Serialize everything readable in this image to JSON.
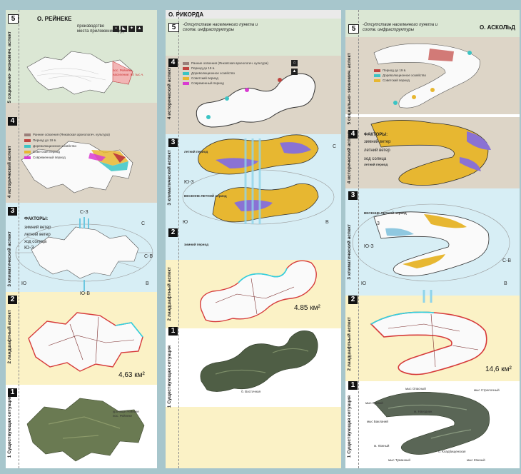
{
  "panels": {
    "reineke": {
      "title": "О. РЕЙНЕКЕ",
      "s5_num": "5",
      "s5_caption": "производство\nместа приложения труда",
      "s5_vlabel": "5 социально- экономич. аспект",
      "s5_map_note": "пос. Рейнеке\nнаселение: 80 тыс.ч.",
      "s4_num": "4",
      "s4_vlabel": "4 исторический аспект",
      "s4_legend": [
        "Ранние освоения (Янковская археологич. культура)",
        "Период до 19 в.",
        "Дореволюционное хозяйство",
        "Советский период",
        "Современный период"
      ],
      "s3_num": "3",
      "s3_vlabel": "3 климатический аспект",
      "s3_factors": [
        "ФАКТОРЫ:",
        "зимний ветер",
        "летний ветер",
        "ход солнца"
      ],
      "s3_compass": {
        "n": "С-З",
        "ne": "С",
        "e": "С-В",
        "se": "В",
        "w": "Ю",
        "sw": "Ю-З",
        "s": "Ю-В"
      },
      "s2_num": "2",
      "s2_vlabel": "2 ландшафтный аспект",
      "s2_area": "4,63 км²",
      "s1_num": "1",
      "s1_vlabel": "1 Существующая ситуация",
      "s1_labels": [
        "урочище Рейнеке",
        "пос. Рейнеке"
      ]
    },
    "rikorda": {
      "title": "О. РИКОРДА",
      "s5_num": "5",
      "s5_caption": "-Отсутствие населенного пункта и\nсоотв. инфраструктуры",
      "s4_num": "4",
      "s4_vlabel": "4 исторический аспект",
      "s4_legend": [
        "Ранние освоения (Янковская археологич. культура)",
        "Период до 19 в.",
        "Дореволюционное хозяйство",
        "Советский период",
        "Современный период"
      ],
      "s3_num": "3",
      "s3_vlabel": "3 климатический аспект",
      "s3_labels": [
        "летний период",
        "ВЕСЕННЕ-ЛЕТНИЙ период"
      ],
      "s3_compass": {
        "ne": "С",
        "e": "В",
        "w": "Ю",
        "sw": "Ю-З"
      },
      "s2_num": "2",
      "s2_vlabel": "2 ландшафтный аспект",
      "s2_label": "зимний период",
      "s2_area": "4.85 км²",
      "s1_num": "1",
      "s1_vlabel": "1 Существующая ситуация",
      "s1_labels": [
        "б. Восточная"
      ]
    },
    "askold": {
      "title": "О. АСКОЛЬД",
      "s5_num": "5",
      "s5_caption": "-Отсутствие населенного пункта и\nсоотв. инфраструктуры",
      "s5_vlabel": "5 социально- экономич. аспект",
      "s5_legend": [
        "Период до 19 в.",
        "Дореволюционное хозяйство",
        "Советский период"
      ],
      "s4_num": "4",
      "s4_vlabel": "4 исторический аспект",
      "s4_factors": [
        "ФАКТОРЫ:",
        "зимний ветер",
        "летний ветер",
        "ход солнца",
        "летний период"
      ],
      "s3_num": "3",
      "s3_vlabel": "3 климатический аспект",
      "s3_labels": [
        "ВЕСЕННЕ-ЛЕТНИЙ период",
        "3"
      ],
      "s3_compass": {
        "e": "С-В",
        "se": "В",
        "w": "Ю",
        "sw": "Ю-З"
      },
      "s2_num": "2",
      "s2_vlabel": "2 ландшафтный аспект",
      "s2_area": "14,6 км²",
      "s1_num": "1",
      "s1_vlabel": "1 Существующая ситуация",
      "s1_labels": [
        "мыс Опасный",
        "мыс Стрелочный",
        "мыс Кривой",
        "м. Наездник",
        "мыс Бакланий",
        "м. Южный",
        "мыс Туманный",
        "б. Кладбищенская",
        "мыс Южный"
      ]
    }
  },
  "colors": {
    "early": "#9a7f7a",
    "pre19": "#c0433f",
    "prerev": "#3bc4c4",
    "soviet": "#e7b731",
    "modern": "#d93bd1",
    "green_band": "#dbe7d4",
    "tan_band": "#ddd5c7",
    "blue_band": "#d7eef5",
    "yellow_band": "#fbf2c6",
    "boundary_red": "#d63a3a",
    "boundary_cyan": "#30d2e0",
    "purple": "#8a72d4",
    "gold": "#e7b731"
  }
}
